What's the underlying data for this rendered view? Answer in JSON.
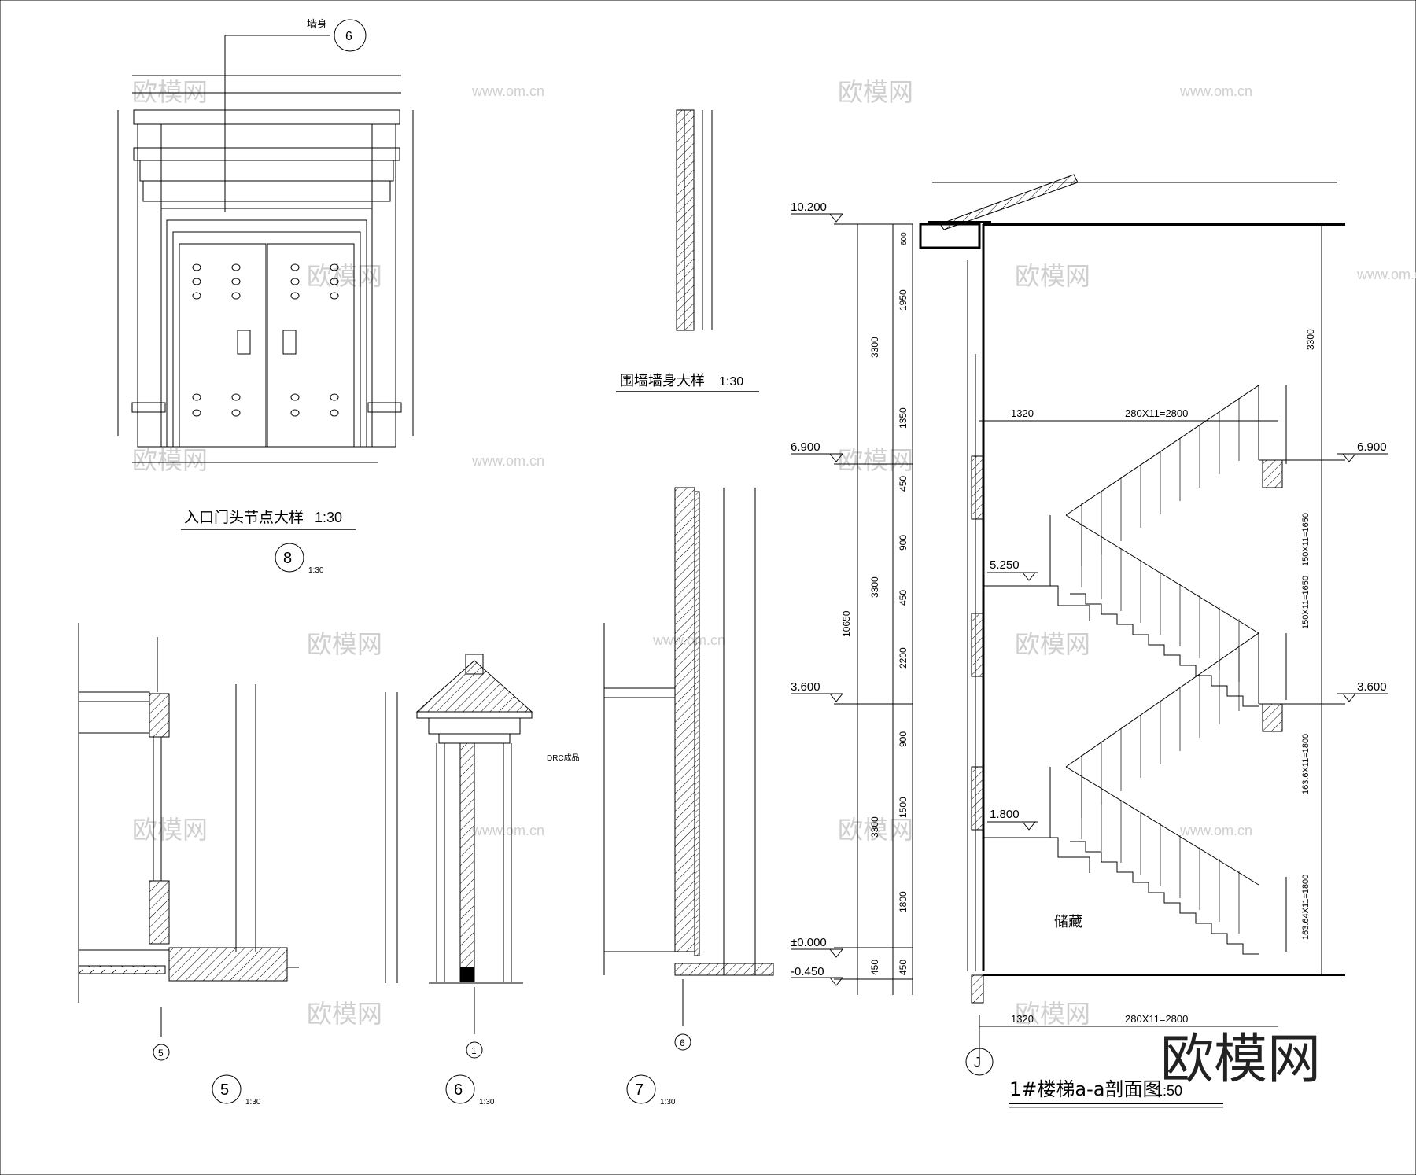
{
  "watermark": {
    "site": "www.om.cn",
    "brand": "欧模网",
    "corner_brand": "欧模网"
  },
  "drawing8": {
    "title": "入口门头节点大样",
    "scale": "1:30",
    "detail_no": "8",
    "detail_scale": "1:30",
    "callout_label": "墙身",
    "callout_no": "6"
  },
  "wall_detail": {
    "title": "围墙墙身大样",
    "scale": "1:30"
  },
  "detail5": {
    "no": "5",
    "scale": "1:30",
    "axis": "5"
  },
  "detail6": {
    "no": "6",
    "scale": "1:30",
    "axis": "1",
    "note": "DRC成品"
  },
  "detail7": {
    "no": "7",
    "scale": "1:30",
    "axis": "6"
  },
  "stair": {
    "title": "1#楼梯a-a剖面图",
    "scale": "1:50",
    "axis": "J",
    "room": "储藏",
    "levels": [
      "10.200",
      "6.900",
      "5.250",
      "3.600",
      "1.800",
      "±0.000",
      "-0.450"
    ],
    "right_levels": [
      "6.900",
      "3.600"
    ],
    "left_dims": [
      "3300",
      "3300",
      "3300",
      "450"
    ],
    "overall_dim": "10650",
    "inner_dims": [
      "600",
      "1950",
      "1350",
      "450",
      "900",
      "450",
      "2200",
      "900",
      "1500",
      "1800",
      "450"
    ],
    "top_dims": [
      "1320",
      "280X11=2800"
    ],
    "bottom_dims": [
      "1320",
      "280X11=2800"
    ],
    "flight_dims": [
      "150X11=1650",
      "150X11=1650",
      "163.6X11=1800",
      "163.64X11=1800"
    ],
    "right_dim": "3300"
  }
}
